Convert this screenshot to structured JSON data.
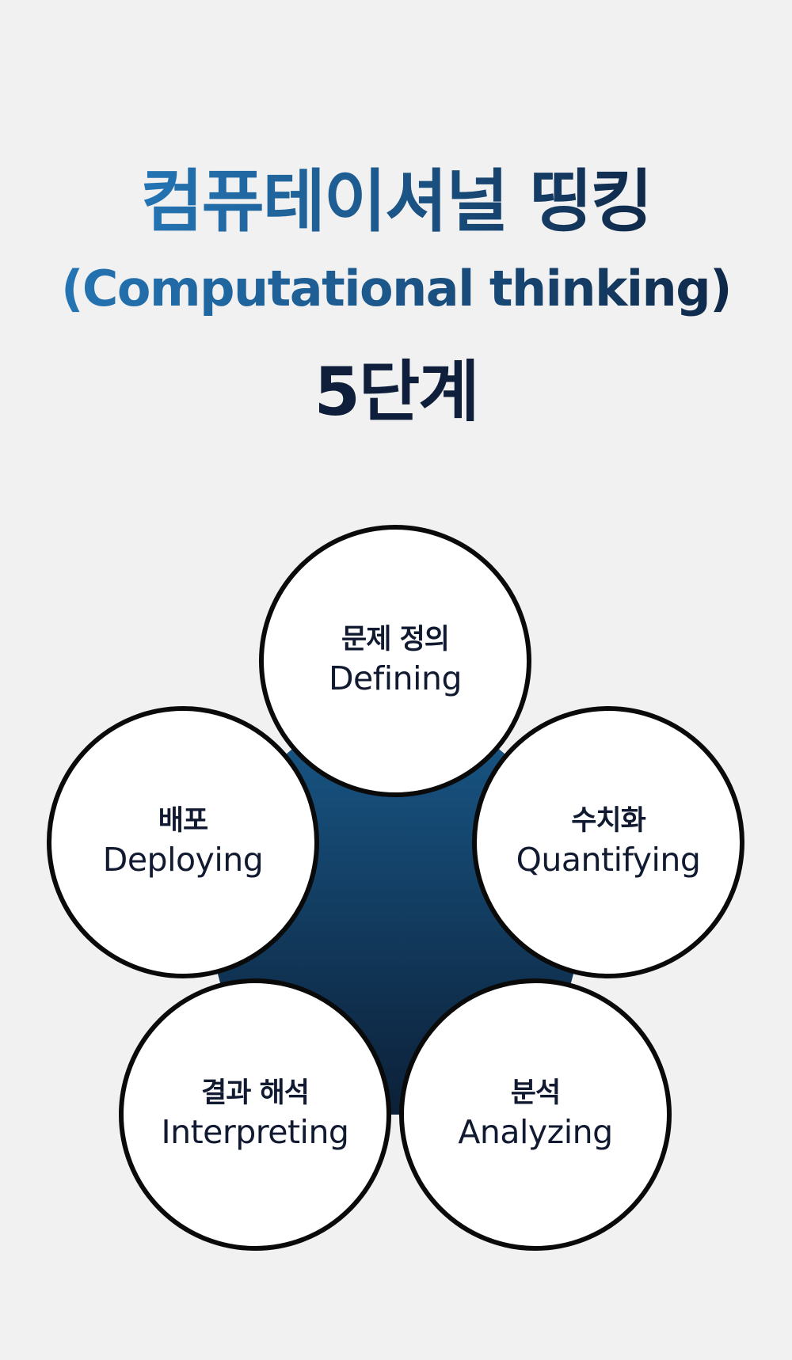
{
  "title": {
    "korean": "컴퓨테이셔널 띵킹",
    "english": "(Computational thinking)",
    "steps": "5단계"
  },
  "steps": [
    {
      "korean": "문제 정의",
      "english": "Defining"
    },
    {
      "korean": "수치화",
      "english": "Quantifying"
    },
    {
      "korean": "분석",
      "english": "Analyzing"
    },
    {
      "korean": "결과 해석",
      "english": "Interpreting"
    },
    {
      "korean": "배포",
      "english": "Deploying"
    }
  ],
  "colors": {
    "background": "#f1f1f1",
    "title_blue": "#2474b3",
    "title_navy": "#0f2848",
    "center_top": "#1a5f92",
    "center_bottom": "#0c2038",
    "circle_border": "#0a0a0a",
    "text_dark": "#111a30"
  }
}
